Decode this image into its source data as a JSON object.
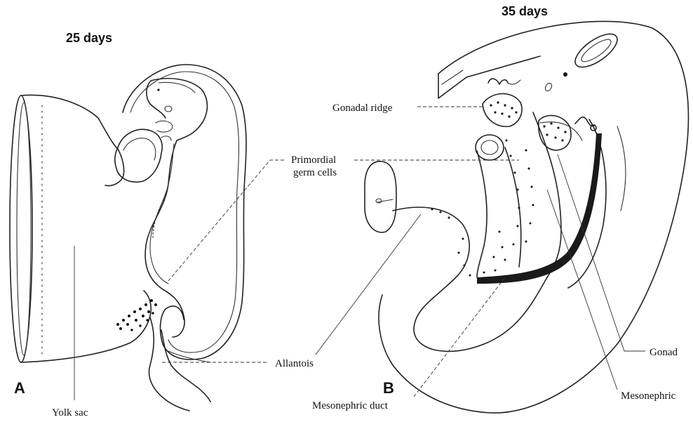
{
  "panel_a": {
    "title": "25 days",
    "letter": "A",
    "labels": {
      "yolk_sac": "Yolk sac",
      "primordial_line1": "Primordial",
      "primordial_line2": "germ cells",
      "allantois": "Allantois"
    }
  },
  "panel_b": {
    "title": "35 days",
    "letter": "B",
    "labels": {
      "gonadal_ridge": "Gonadal ridge",
      "mesonephric_duct": "Mesonephric duct",
      "gonad": "Gonad",
      "mesonephric": "Mesonephric"
    }
  }
}
